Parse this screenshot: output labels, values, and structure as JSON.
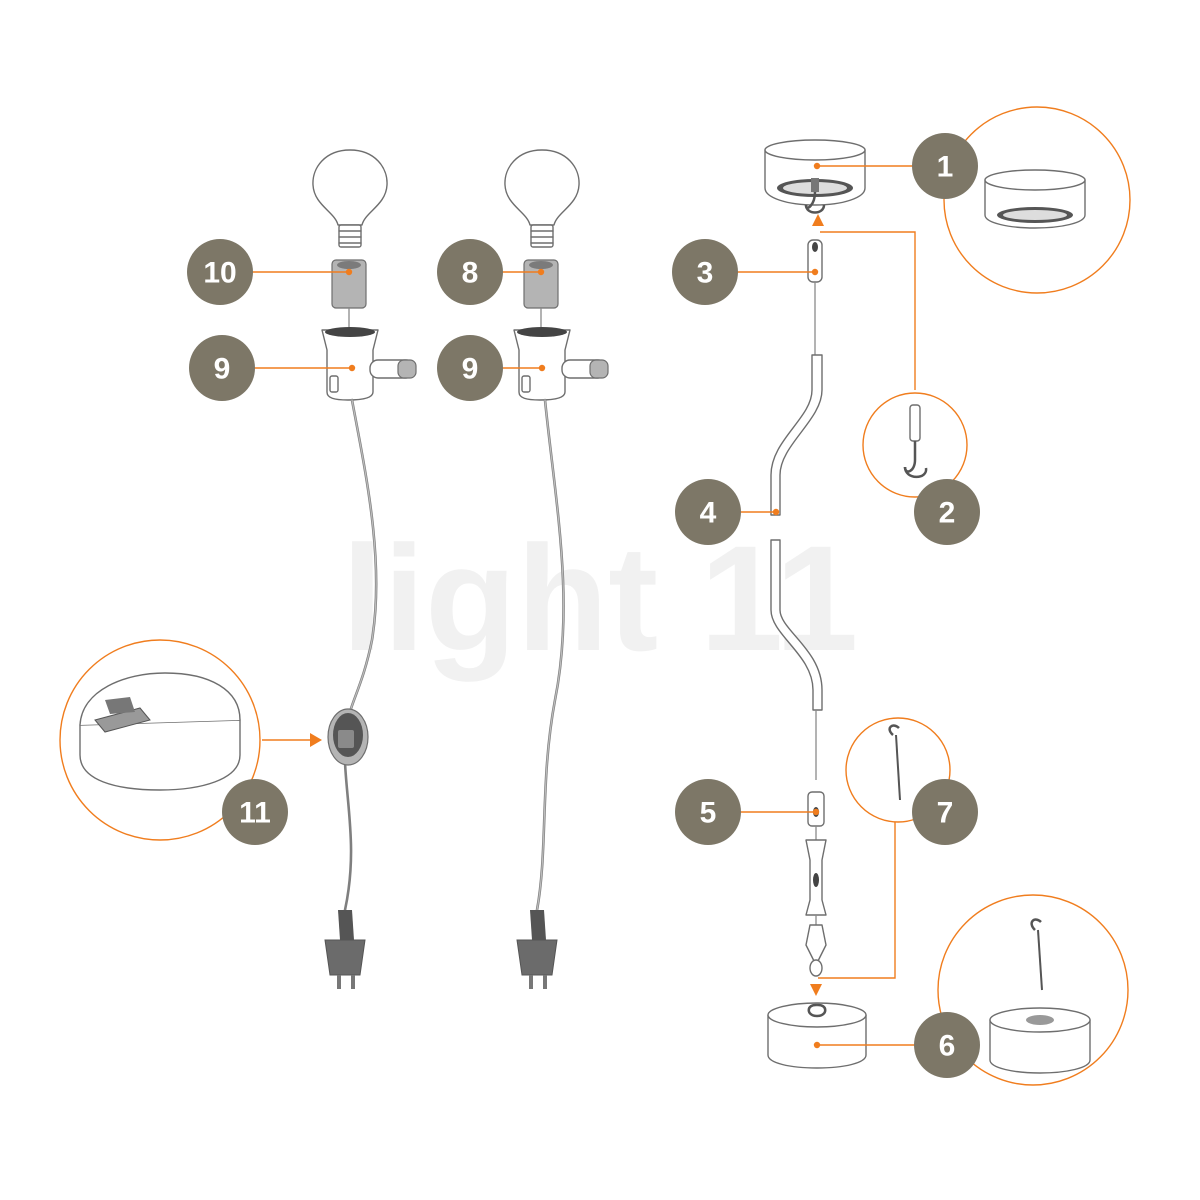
{
  "watermark": "light 11",
  "colors": {
    "accent": "#f07d1e",
    "badge": "#7d7767",
    "line": "#6e6e6e"
  },
  "callouts": {
    "c1": "1",
    "c2": "2",
    "c3": "3",
    "c4": "4",
    "c5": "5",
    "c6": "6",
    "c7": "7",
    "c8": "8",
    "c9a": "9",
    "c9b": "9",
    "c10": "10",
    "c11": "11"
  }
}
